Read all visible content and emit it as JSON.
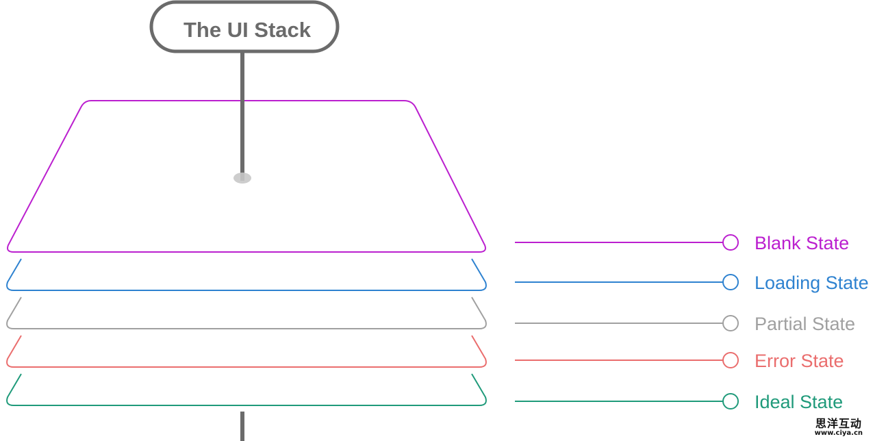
{
  "diagram": {
    "title": "The UI Stack",
    "title_color": "#6b6b6b",
    "stem_color": "#6b6b6b",
    "layers": [
      {
        "label": "Blank State",
        "color": "#bb1fcf"
      },
      {
        "label": "Loading State",
        "color": "#2e82d0"
      },
      {
        "label": "Partial State",
        "color": "#a0a0a0"
      },
      {
        "label": "Error State",
        "color": "#ea6d6d"
      },
      {
        "label": "Ideal State",
        "color": "#1f9a7a"
      }
    ]
  },
  "watermark": {
    "line1": "思洋互动",
    "line2": "www.ciya.cn"
  }
}
